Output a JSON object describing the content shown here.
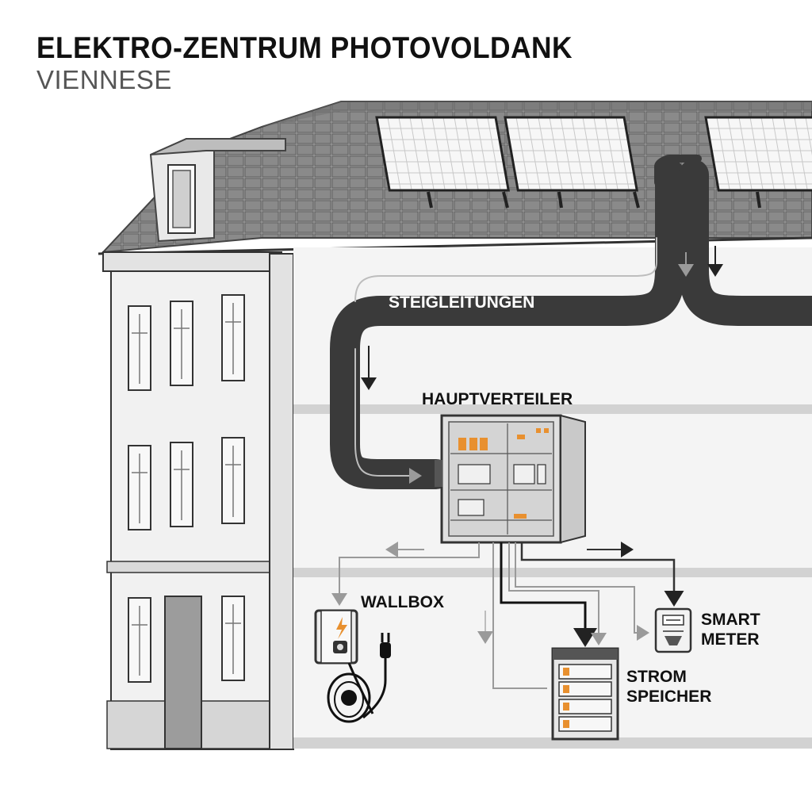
{
  "header": {
    "title": "ELEKTRO-ZENTRUM PHOTOVOLDANK",
    "subtitle": "VIENNESE"
  },
  "labels": {
    "riser": "STEIGLEITUNGEN",
    "main_panel": "HAUPTVERTEILER",
    "wallbox": "WALLBOX",
    "smart_meter_line1": "SMART",
    "smart_meter_line2": "METER",
    "storage_line1": "STROM",
    "storage_line2": "SPEICHER"
  },
  "icons": [
    "solar-panel-icon",
    "lightning-icon",
    "plug-icon",
    "meter-icon",
    "battery-rack-icon",
    "arrow-icon"
  ],
  "colors": {
    "accent_orange": "#e8902f",
    "conduit": "#3a3a3a",
    "wall": "#f1f1f1",
    "roof": "#8e8e8e"
  }
}
